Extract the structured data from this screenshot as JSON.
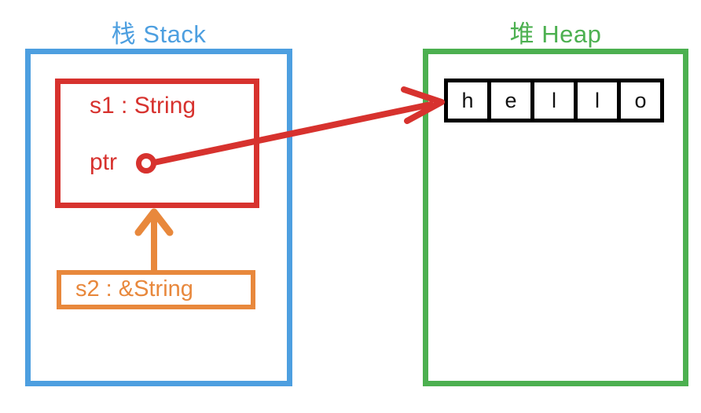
{
  "diagram": {
    "title": "Rust String and reference memory layout: stack and heap",
    "background": "#ffffff"
  },
  "colors": {
    "stack": "#4d9fe0",
    "heap": "#4cb050",
    "owner": "#d7322e",
    "reference": "#e8883c",
    "cell_border": "#000000",
    "cell_text": "#111111"
  },
  "stack": {
    "title": "栈 Stack",
    "owner_variable": {
      "type_label": "s1 : String",
      "pointer_label": "ptr"
    },
    "reference_variable": {
      "label": "s2 : &String"
    }
  },
  "heap": {
    "title": "堆 Heap",
    "string_value": "hello",
    "cells": [
      "h",
      "e",
      "l",
      "l",
      "o"
    ]
  },
  "arrows": {
    "ptr_to_heap": {
      "name": "ptr-to-heap-arrow",
      "color": "#d7322e",
      "from": "ptr",
      "to": "heap-cell-0"
    },
    "s2_to_s1": {
      "name": "s2-to-s1-arrow",
      "color": "#e8883c",
      "from": "s2 : &String",
      "to": "s1 : String"
    }
  }
}
